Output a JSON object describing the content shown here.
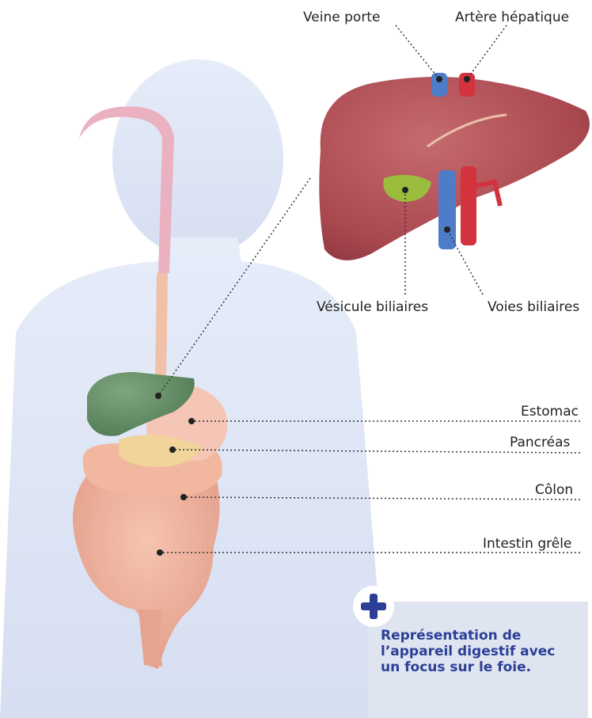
{
  "labels": {
    "veine_porte": "Veine porte",
    "artere_hepatique": "Artère hépatique",
    "vesicule": "Vésicule biliaires",
    "voies_biliaires": "Voies biliaires",
    "estomac": "Estomac",
    "pancreas": "Pancréas",
    "colon": "Côlon",
    "intestin": "Intestin grêle"
  },
  "note": {
    "icon": "plus-icon",
    "text": "Représentation de l’appareil digestif avec un focus sur le foie."
  },
  "colors": {
    "silhouette": "#dbe3f4",
    "liver": "#b4545a",
    "gallbladder": "#9bbd3e",
    "portal_vein": "#4f7cc8",
    "artery": "#d2333d",
    "accent": "#2b3f96",
    "note_bg": "#dfe4f1"
  }
}
